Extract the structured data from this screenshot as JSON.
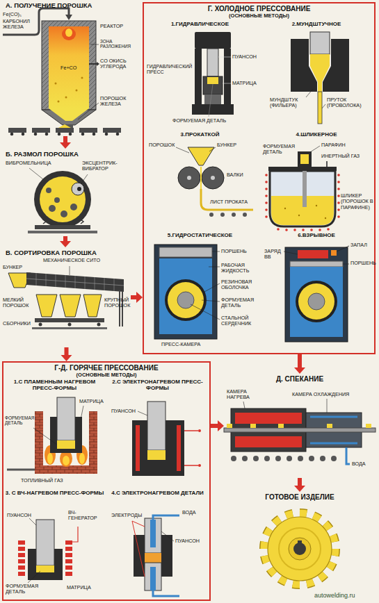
{
  "diagram": {
    "nodes": [
      {
        "text": [
          "А. ПОЛУЧЕНИЕ ПОРОШКА"
        ]
      },
      {
        "text": [
          "Б. РАЗМОЛ ПОРОШКА"
        ]
      },
      {
        "text": [
          "В. СОРТИРОВКА ПОРОШКА"
        ]
      },
      {
        "text": [
          "Г. ХОЛОДНОЕ ПРЕССОВАНИЕ",
          "(ОСНОВНЫЕ МЕТОДЫ)"
        ]
      },
      {
        "text": [
          "1.ГИДРАВЛИЧЕСКОЕ"
        ],
        "in": 3
      },
      {
        "text": [
          "2.МУНДШТУЧНОЕ"
        ],
        "in": 3
      },
      {
        "text": [
          "3.ПРОКАТКОЙ"
        ],
        "in": 3
      },
      {
        "text": [
          "4.ШЛИКЕРНОЕ"
        ],
        "in": 3
      },
      {
        "text": [
          "5.ГИДРОСТАТИЧЕСКОЕ"
        ],
        "in": 3
      },
      {
        "text": [
          "6.ВЗРЫВНОЕ"
        ],
        "in": 3
      },
      {
        "text": [
          "Г-Д. ГОРЯЧЕЕ ПРЕССОВАНИЕ",
          "(ОСНОВНЫЕ МЕТОДЫ)"
        ]
      },
      {
        "text": [
          "1.С ПЛАМЕННЫМ НАГРЕВОМ ПРЕСС-ФОРМЫ"
        ],
        "in": 10
      },
      {
        "text": [
          "2.С ЭЛЕКТРОНАГРЕВОМ ПРЕСС-ФОРМЫ"
        ],
        "in": 10
      },
      {
        "text": [
          "3. С ВЧ-НАГРЕВОМ ПРЕСС-ФОРМЫ"
        ],
        "in": 10
      },
      {
        "text": [
          "4.С ЭЛЕКТРОНАГРЕВОМ ДЕТАЛИ"
        ],
        "in": 10
      },
      {
        "text": [
          "Д. СПЕКАНИЕ"
        ]
      },
      {
        "text": [
          "ГОТОВОЕ ИЗДЕЛИЕ"
        ]
      }
    ],
    "edges": [
      {
        "from": 0,
        "to": 1,
        "arrow": "to"
      },
      {
        "from": 1,
        "to": 2,
        "arrow": "to"
      },
      {
        "from": 2,
        "to": 3,
        "arrow": "to"
      },
      {
        "from": 2,
        "to": 10,
        "arrow": "to"
      },
      {
        "from": 3,
        "to": 15,
        "arrow": "to"
      },
      {
        "from": 10,
        "to": 15,
        "arrow": "to"
      },
      {
        "from": 15,
        "to": 16,
        "arrow": "to"
      }
    ],
    "labels": [
      "Fe(CO)₅",
      "КАРБОНИЛ ЖЕЛЕЗА",
      "РЕАКТОР",
      "Fe+CO",
      "ЗОНА РАЗЛОЖЕНИЯ",
      "CO ОКИСЬ УГЛЕРОДА",
      "ПОРОШОК ЖЕЛЕЗА",
      "ВИБРОМЕЛЬНИЦА",
      "ЭКСЦЕНТРИК-ВИБРАТОР",
      "МЕХАНИЧЕСКОЕ СИТО",
      "БУНКЕР",
      "МЕЛКИЙ ПОРОШОК",
      "КРУПНЫЙ ПОРОШОК",
      "СБОРНИКИ",
      "ПУАНСОН",
      "ГИДРАВЛИЧЕСКИЙ ПРЕСС",
      "МАТРИЦА",
      "ФОРМУЕМАЯ ДЕТАЛЬ",
      "МУНДШТУК (ФИЛЬЕРА)",
      "ПРУТОК (ПРОВОЛОКА)",
      "ПОРОШОК",
      "БУНКЕР",
      "ВАЛКИ",
      "ЛИСТ ПРОКАТА",
      "ПАРАФИН",
      "ФОРМУЕМАЯ ДЕТАЛЬ",
      "ИНЕРТНЫЙ ГАЗ",
      "ШЛИКЕР (ПОРОШОК В ПАРАФИНЕ)",
      "ПОРШЕНЬ",
      "РАБОЧАЯ ЖИДКОСТЬ",
      "РЕЗИНОВАЯ ОБОЛОЧКА",
      "ФОРМУЕМАЯ ДЕТАЛЬ",
      "СТАЛЬНОЙ СЕРДЕЧНИК",
      "ПРЕСС-КАМЕРА",
      "ЗАРЯД ВВ",
      "ЗАПАЛ",
      "ПОРШЕНЬ",
      "ФОРМУЕМАЯ ДЕТАЛЬ",
      "МАТРИЦА",
      "ТОПЛИВНЫЙ ГАЗ",
      "ПУАНСОН",
      "ПУАНСОН",
      "ВЧ-ГЕНЕРАТОР",
      "ФОРМУЕМАЯ ДЕТАЛЬ",
      "МАТРИЦА",
      "ЭЛЕКТРОДЫ",
      "ВОДА",
      "ПУАНСОН",
      "КАМЕРА НАГРЕВА",
      "КАМЕРА ОХЛАЖДЕНИЯ",
      "ВОДА",
      "autowelding.ru"
    ]
  }
}
